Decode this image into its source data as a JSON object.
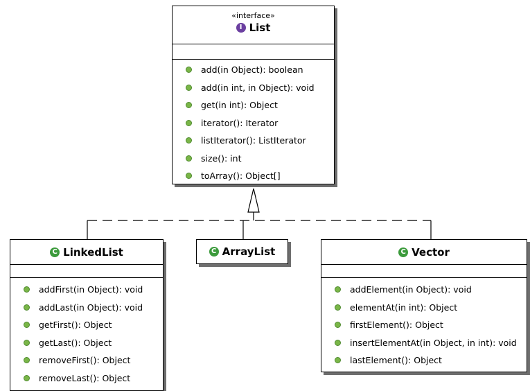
{
  "interface_box": {
    "stereotype": "«interface»",
    "badge": "I",
    "name": "List",
    "methods": [
      "add(in Object): boolean",
      "add(in int, in Object): void",
      "get(in int): Object",
      "iterator(): Iterator",
      "listIterator(): ListIterator",
      "size(): int",
      "toArray(): Object[]"
    ]
  },
  "classes": [
    {
      "badge": "C",
      "name": "LinkedList",
      "methods": [
        "addFirst(in Object): void",
        "addLast(in Object): void",
        "getFirst(): Object",
        "getLast(): Object",
        "removeFirst(): Object",
        "removeLast(): Object"
      ]
    },
    {
      "badge": "C",
      "name": "ArrayList",
      "methods": []
    },
    {
      "badge": "C",
      "name": "Vector",
      "methods": [
        "addElement(in Object): void",
        "elementAt(in int): Object",
        "firstElement(): Object",
        "insertElementAt(in Object, in int): void",
        "lastElement(): Object"
      ]
    }
  ],
  "colors": {
    "interface_badge": "#6b3fa0",
    "class_badge": "#3c9b3c",
    "method_bullet": "#7ab648",
    "shadow": "#6e6e6e"
  }
}
